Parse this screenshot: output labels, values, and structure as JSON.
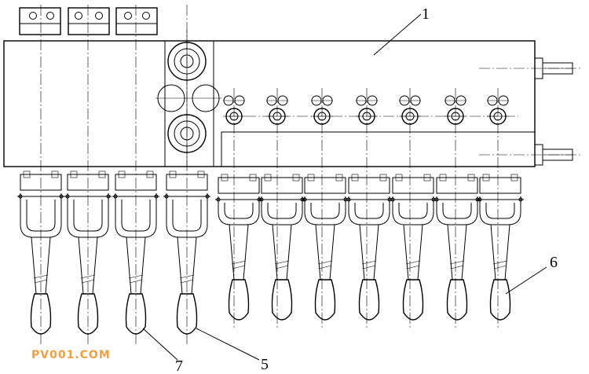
{
  "drawing": {
    "callouts": [
      "1",
      "5",
      "6",
      "7"
    ],
    "watermark": "PV001.COM",
    "watermark_color": "#f0a040",
    "line_color": "#000000",
    "background": "#ffffff"
  }
}
